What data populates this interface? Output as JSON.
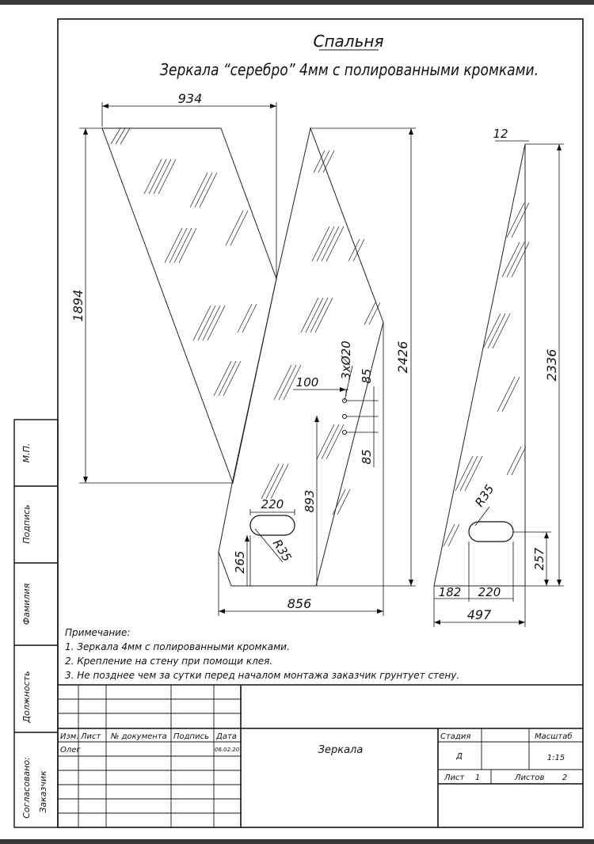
{
  "drawing": {
    "title": "Спальня",
    "subtitle": "Зеркала “серебро” 4мм с полированными кромками.",
    "dims": {
      "d934": "934",
      "d1894": "1894",
      "d2426": "2426",
      "d100": "100",
      "holes": "3xØ20",
      "d85a": "85",
      "d85b": "85",
      "d893": "893",
      "d220a": "220",
      "r35a": "R35",
      "d265": "265",
      "d856": "856",
      "d12": "12",
      "d2336": "2336",
      "r35b": "R35",
      "d257": "257",
      "d182": "182",
      "d220b": "220",
      "d497": "497"
    },
    "notes": {
      "heading": "Примечание:",
      "n1": "1. Зеркала 4мм с полированными кромками.",
      "n2": "2. Крепление на стену при помощи клея.",
      "n3": "3. Не позднее чем за сутки перед началом монтажа заказчик грунтует стену."
    }
  },
  "side_stamp": {
    "mp": "М.П.",
    "podpis": "Подпись",
    "familia": "Фамилия",
    "dolzhnost": "Должность",
    "soglasovano": "Согласовано:",
    "zakazchik": "Заказчик"
  },
  "title_block": {
    "izm": "Изм.",
    "list": "Лист",
    "doc_no": "№ документа",
    "podpis": "Подпись",
    "data": "Дата",
    "author": "Олег",
    "date": "06.02.20",
    "name": "Зеркала",
    "stadia": "Стадия",
    "stadia_val": "Д",
    "masshtab": "Масштаб",
    "masshtab_val": "1:15",
    "list_label": "Лист",
    "list_val": "1",
    "listov_label": "Листов",
    "listov_val": "2"
  }
}
